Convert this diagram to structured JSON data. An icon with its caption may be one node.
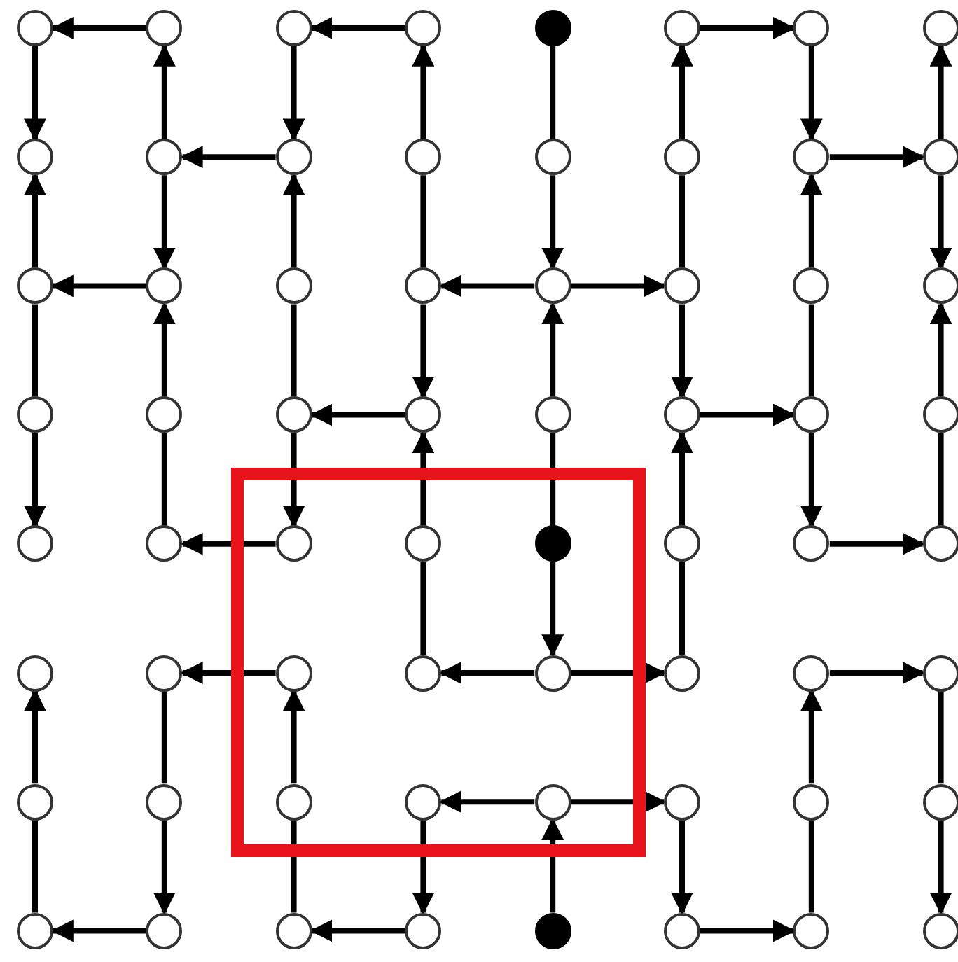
{
  "diagram": {
    "nodes": [
      {
        "text": [],
        "shape": "box"
      },
      {
        "text": [],
        "shape": "circle"
      },
      {
        "text": [],
        "shape": "circle"
      },
      {
        "text": [],
        "shape": "circle"
      },
      {
        "text": [],
        "shape": "circle"
      },
      {
        "text": [],
        "shape": "dot"
      },
      {
        "text": [],
        "shape": "circle"
      },
      {
        "text": [],
        "shape": "circle"
      },
      {
        "text": [],
        "shape": "circle"
      },
      {
        "text": [],
        "shape": "circle"
      },
      {
        "text": [],
        "shape": "circle"
      },
      {
        "text": [],
        "shape": "circle"
      },
      {
        "text": [],
        "shape": "circle"
      },
      {
        "text": [],
        "shape": "circle"
      },
      {
        "text": [],
        "shape": "circle"
      },
      {
        "text": [],
        "shape": "circle"
      },
      {
        "text": [],
        "shape": "circle"
      },
      {
        "text": [],
        "shape": "circle"
      },
      {
        "text": [],
        "shape": "circle"
      },
      {
        "text": [],
        "shape": "circle"
      },
      {
        "text": [],
        "shape": "circle"
      },
      {
        "text": [],
        "shape": "circle"
      },
      {
        "text": [],
        "shape": "circle"
      },
      {
        "text": [],
        "shape": "circle"
      },
      {
        "text": [],
        "shape": "circle"
      },
      {
        "text": [],
        "shape": "circle"
      },
      {
        "text": [],
        "shape": "circle"
      },
      {
        "text": [],
        "shape": "circle"
      },
      {
        "text": [],
        "shape": "circle"
      },
      {
        "text": [],
        "shape": "circle"
      },
      {
        "text": [],
        "shape": "circle"
      },
      {
        "text": [],
        "shape": "circle"
      },
      {
        "text": [],
        "shape": "circle"
      },
      {
        "text": [],
        "shape": "circle"
      },
      {
        "text": [],
        "shape": "circle"
      },
      {
        "text": [],
        "shape": "circle",
        "in": 0
      },
      {
        "text": [],
        "shape": "circle",
        "in": 0
      },
      {
        "text": [],
        "shape": "dot",
        "in": 0
      },
      {
        "text": [],
        "shape": "circle"
      },
      {
        "text": [],
        "shape": "circle"
      },
      {
        "text": [],
        "shape": "circle"
      },
      {
        "text": [],
        "shape": "circle"
      },
      {
        "text": [],
        "shape": "circle"
      },
      {
        "text": [],
        "shape": "circle",
        "in": 0
      },
      {
        "text": [],
        "shape": "circle",
        "in": 0
      },
      {
        "text": [],
        "shape": "circle",
        "in": 0
      },
      {
        "text": [],
        "shape": "circle"
      },
      {
        "text": [],
        "shape": "circle"
      },
      {
        "text": [],
        "shape": "circle"
      },
      {
        "text": [],
        "shape": "circle"
      },
      {
        "text": [],
        "shape": "circle"
      },
      {
        "text": [],
        "shape": "circle",
        "in": 0
      },
      {
        "text": [],
        "shape": "circle",
        "in": 0
      },
      {
        "text": [],
        "shape": "circle",
        "in": 0
      },
      {
        "text": [],
        "shape": "circle"
      },
      {
        "text": [],
        "shape": "circle"
      },
      {
        "text": [],
        "shape": "circle"
      },
      {
        "text": [],
        "shape": "circle"
      },
      {
        "text": [],
        "shape": "circle"
      },
      {
        "text": [],
        "shape": "circle"
      },
      {
        "text": [],
        "shape": "circle"
      },
      {
        "text": [],
        "shape": "dot"
      },
      {
        "text": [],
        "shape": "circle"
      },
      {
        "text": [],
        "shape": "circle"
      },
      {
        "text": [],
        "shape": "circle"
      }
    ],
    "edges": [
      {
        "from": 2,
        "to": 1,
        "arrow": "to"
      },
      {
        "from": 4,
        "to": 3,
        "arrow": "to"
      },
      {
        "from": 6,
        "to": 7,
        "arrow": "to"
      },
      {
        "from": 11,
        "to": 10,
        "arrow": "to"
      },
      {
        "from": 15,
        "to": 16,
        "arrow": "to"
      },
      {
        "from": 18,
        "to": 17,
        "arrow": "to"
      },
      {
        "from": 21,
        "to": 20,
        "arrow": "to"
      },
      {
        "from": 21,
        "to": 22,
        "arrow": "to"
      },
      {
        "from": 28,
        "to": 27,
        "arrow": "to"
      },
      {
        "from": 30,
        "to": 31,
        "arrow": "to"
      },
      {
        "from": 35,
        "to": 34,
        "arrow": "to"
      },
      {
        "from": 39,
        "to": 40,
        "arrow": "to"
      },
      {
        "from": 43,
        "to": 42,
        "arrow": "to"
      },
      {
        "from": 45,
        "to": 44,
        "arrow": "to"
      },
      {
        "from": 45,
        "to": 46,
        "arrow": "to"
      },
      {
        "from": 47,
        "to": 48,
        "arrow": "to"
      },
      {
        "from": 53,
        "to": 52,
        "arrow": "to"
      },
      {
        "from": 53,
        "to": 54,
        "arrow": "to"
      },
      {
        "from": 58,
        "to": 57,
        "arrow": "to"
      },
      {
        "from": 60,
        "to": 59,
        "arrow": "to"
      },
      {
        "from": 62,
        "to": 63,
        "arrow": "to"
      },
      {
        "from": 1,
        "to": 9,
        "arrow": "to"
      },
      {
        "from": 17,
        "to": 9,
        "arrow": "to"
      },
      {
        "from": 17,
        "to": 25,
        "arrow": "none"
      },
      {
        "from": 25,
        "to": 33,
        "arrow": "to"
      },
      {
        "from": 49,
        "to": 41,
        "arrow": "to"
      },
      {
        "from": 49,
        "to": 57,
        "arrow": "none"
      },
      {
        "from": 10,
        "to": 2,
        "arrow": "to"
      },
      {
        "from": 10,
        "to": 18,
        "arrow": "to"
      },
      {
        "from": 26,
        "to": 18,
        "arrow": "to"
      },
      {
        "from": 26,
        "to": 34,
        "arrow": "none"
      },
      {
        "from": 42,
        "to": 50,
        "arrow": "none"
      },
      {
        "from": 50,
        "to": 58,
        "arrow": "to"
      },
      {
        "from": 3,
        "to": 11,
        "arrow": "to"
      },
      {
        "from": 19,
        "to": 11,
        "arrow": "to"
      },
      {
        "from": 19,
        "to": 27,
        "arrow": "none"
      },
      {
        "from": 27,
        "to": 35,
        "arrow": "to"
      },
      {
        "from": 51,
        "to": 43,
        "arrow": "to"
      },
      {
        "from": 51,
        "to": 59,
        "arrow": "none"
      },
      {
        "from": 12,
        "to": 4,
        "arrow": "to"
      },
      {
        "from": 12,
        "to": 20,
        "arrow": "none"
      },
      {
        "from": 20,
        "to": 28,
        "arrow": "to"
      },
      {
        "from": 36,
        "to": 28,
        "arrow": "to"
      },
      {
        "from": 36,
        "to": 44,
        "arrow": "none"
      },
      {
        "from": 52,
        "to": 60,
        "arrow": "to"
      },
      {
        "from": 5,
        "to": 13,
        "arrow": "none"
      },
      {
        "from": 13,
        "to": 21,
        "arrow": "to"
      },
      {
        "from": 29,
        "to": 21,
        "arrow": "to"
      },
      {
        "from": 29,
        "to": 37,
        "arrow": "none"
      },
      {
        "from": 37,
        "to": 45,
        "arrow": "to"
      },
      {
        "from": 61,
        "to": 53,
        "arrow": "to"
      },
      {
        "from": 14,
        "to": 6,
        "arrow": "to"
      },
      {
        "from": 14,
        "to": 22,
        "arrow": "none"
      },
      {
        "from": 22,
        "to": 30,
        "arrow": "to"
      },
      {
        "from": 38,
        "to": 30,
        "arrow": "to"
      },
      {
        "from": 38,
        "to": 46,
        "arrow": "none"
      },
      {
        "from": 54,
        "to": 62,
        "arrow": "to"
      },
      {
        "from": 7,
        "to": 15,
        "arrow": "to"
      },
      {
        "from": 23,
        "to": 15,
        "arrow": "to"
      },
      {
        "from": 23,
        "to": 31,
        "arrow": "none"
      },
      {
        "from": 31,
        "to": 39,
        "arrow": "to"
      },
      {
        "from": 55,
        "to": 47,
        "arrow": "to"
      },
      {
        "from": 55,
        "to": 63,
        "arrow": "none"
      },
      {
        "from": 16,
        "to": 8,
        "arrow": "to"
      },
      {
        "from": 16,
        "to": 24,
        "arrow": "to"
      },
      {
        "from": 32,
        "to": 24,
        "arrow": "to"
      },
      {
        "from": 32,
        "to": 40,
        "arrow": "none"
      },
      {
        "from": 48,
        "to": 56,
        "arrow": "none"
      },
      {
        "from": 56,
        "to": 64,
        "arrow": "to"
      }
    ]
  }
}
